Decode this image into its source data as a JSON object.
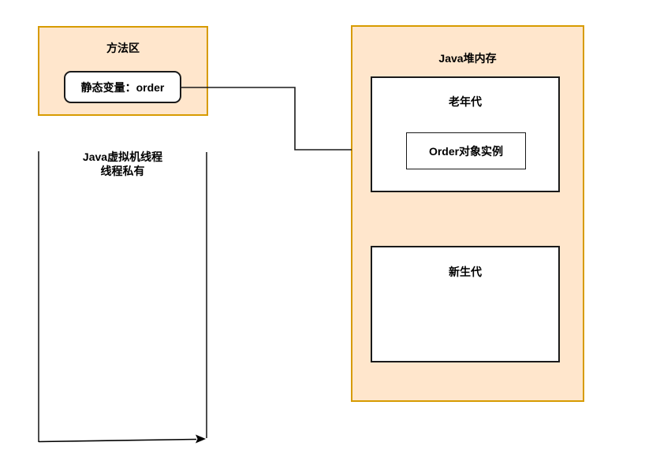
{
  "diagram": {
    "method_area": {
      "title": "方法区",
      "static_var_label": "静态变量：order"
    },
    "heap": {
      "title": "Java堆内存",
      "old_gen": {
        "title": "老年代",
        "order_instance_label": "Order对象实例"
      },
      "young_gen": {
        "title": "新生代"
      }
    },
    "jvm_thread": {
      "line1": "Java虚拟机线程",
      "line2": "线程私有"
    }
  },
  "colors": {
    "container_fill": "#FFE6CC",
    "container_border": "#D79B00",
    "box_border": "#1A1A1A",
    "line_color": "#4D4D4D",
    "connector_color": "#1A1A1A",
    "text_color": "#000000"
  }
}
